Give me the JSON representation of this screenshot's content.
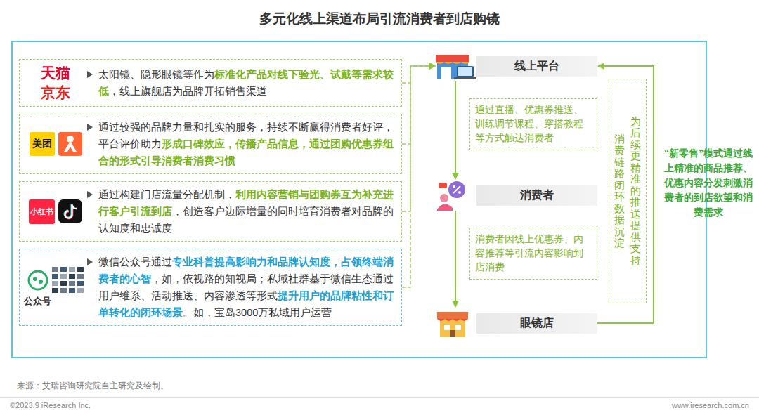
{
  "diagram": {
    "title": "多元化线上渠道布局引流消费者到店购镜",
    "nodes": [
      {
        "text": [
          "天猫",
          "京东",
          "太阳镜、隐形眼镜等作为",
          "标准化产品对线下验光、试戴等需求较低",
          "，线上旗舰店为品牌开拓销售渠道"
        ]
      },
      {
        "text": [
          "美团",
          "通过较强的品牌力量和扎实的服务，持续不断赢得消费者好评，平台评价助力",
          "形成口碑效应，传播产品信息，通过团购优惠券组合的形式引导消费者消费习惯"
        ]
      },
      {
        "text": [
          "小红书",
          "通过构建门店流量分配机制，",
          "利用内容营销与团购券互为补充进行客户引流到店",
          "，创造客户边际增量的同时培育消费者对品牌的认知度和忠诚度"
        ]
      },
      {
        "text": [
          "公众号",
          "微信公众号通过",
          "专业科普提高影响力和品牌认知度，占领终端消费者的心智",
          "，如，依视路的知视局；私域社群基于微信生态通过用户维系、活动推送、内容渗透等形式",
          "提升用户的品牌粘性和订单转化的闭环场景",
          "。如，宝岛3000万私域用户运营"
        ]
      },
      {
        "text": [
          "线上平台"
        ]
      },
      {
        "text": [
          "消费者"
        ]
      },
      {
        "text": [
          "眼镜店"
        ]
      },
      {
        "text": [
          "通过直播、优惠券推送、训练调节课程、穿搭教程等方式触达消费者"
        ]
      },
      {
        "text": [
          "消费者因线上优惠券、内容推荐等引流内容影响到店消费"
        ]
      },
      {
        "text": [
          "消费链路闭环，数据沉淀，",
          "为后续更精准的推送提供支持"
        ]
      }
    ],
    "edges": [
      {
        "from": 0,
        "to": 4,
        "arrow": "to"
      },
      {
        "from": 1,
        "to": 4,
        "arrow": "to"
      },
      {
        "from": 2,
        "to": 4,
        "arrow": "to"
      },
      {
        "from": 3,
        "to": 4,
        "arrow": "to"
      },
      {
        "from": 4,
        "to": 5,
        "arrow": "to"
      },
      {
        "from": 5,
        "to": 6,
        "arrow": "to"
      },
      {
        "from": 6,
        "to": 4,
        "arrow": "to"
      }
    ],
    "labels": [
      "“新零售”模式通过线上精准的商品推荐、优惠内容分发刺激消费者的到店欲望和消费需求",
      "来源：艾瑞咨询研究院自主研究及绘制。",
      "©2023.9 iResearch Inc.",
      "www.iresearch.com.cn"
    ]
  }
}
